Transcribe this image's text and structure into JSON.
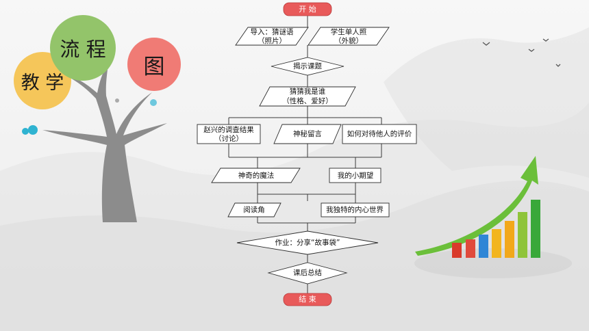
{
  "title_circles": {
    "teach": "教 学",
    "flow": "流 程",
    "chart": "图"
  },
  "flowchart": {
    "start": "开  始",
    "intro_left_1": "导入：猜谜语",
    "intro_left_2": "（照片）",
    "intro_right_1": "学生单人照",
    "intro_right_2": "（外貌）",
    "reveal_topic": "揭示课题",
    "guess_1": "猜猜我是谁",
    "guess_2": "（性格、爱好）",
    "zhao_1": "赵兴的调查结果",
    "zhao_2": "（讨论）",
    "secret_message": "神秘留言",
    "how_treat": "如何对待他人的评价",
    "magic": "神奇的魔法",
    "little_hope": "我的小期望",
    "reading_corner": "阅读角",
    "inner_world": "我独特的内心世界",
    "homework": "作业：分享“故事袋”",
    "summary": "课后总结",
    "end": "结  束"
  },
  "colors": {
    "terminal_fill": "#e85a5a",
    "circle_teach": "#f5c65a",
    "circle_flow": "#93c46a",
    "circle_chart": "#f07b75",
    "tree": "#8c8c8c",
    "dots": "#2fb3d1"
  },
  "decor": {
    "bar_chart_colors": [
      "#d93a2b",
      "#e04a3c",
      "#2f86d6",
      "#f2b51f",
      "#f2a81a",
      "#8fc43a",
      "#39a83a"
    ]
  }
}
